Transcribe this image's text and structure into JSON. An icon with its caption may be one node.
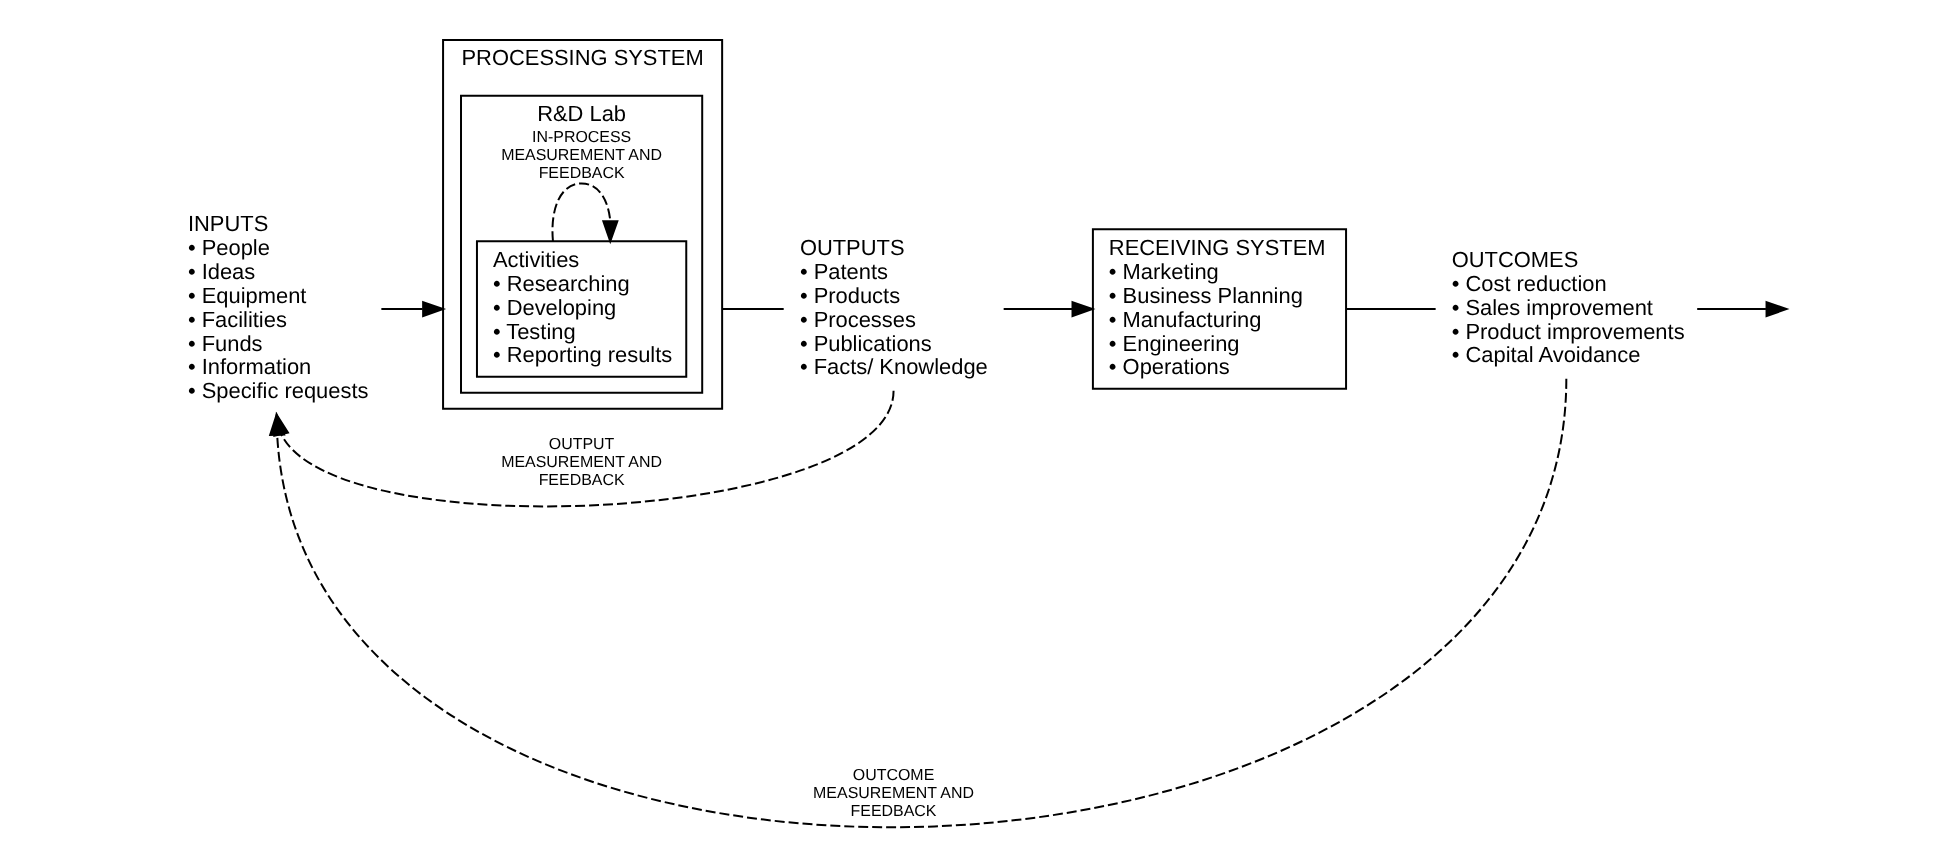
{
  "diagram": {
    "nodes": [
      {
        "text": [
          "PROCESSING SYSTEM"
        ]
      },
      {
        "text": [
          "R&D Lab"
        ],
        "in": 0
      },
      {
        "text": [
          "Activities",
          "• Researching",
          "• Developing",
          "• Testing",
          "• Reporting results"
        ],
        "in": 1
      },
      {
        "text": [
          "INPUTS",
          "• People",
          "• Ideas",
          "• Equipment",
          "• Facilities",
          "• Funds",
          "• Information",
          "• Specific requests"
        ]
      },
      {
        "text": [
          "OUTPUTS",
          "• Patents",
          "• Products",
          "• Processes",
          "• Publications",
          "• Facts/ Knowledge"
        ]
      },
      {
        "text": [
          "RECEIVING SYSTEM",
          "• Marketing",
          "• Business Planning",
          "• Manufacturing",
          "• Engineering",
          "• Operations"
        ]
      },
      {
        "text": [
          "OUTCOMES",
          "• Cost reduction",
          "• Sales improvement",
          "• Product improvements",
          "• Capital Avoidance"
        ]
      }
    ],
    "edges": [
      {
        "from": 3,
        "to": 0,
        "arrow": "to"
      },
      {
        "from": 2,
        "to": 2,
        "arrow": "to",
        "style": "dashed",
        "label": "IN-PROCESS MEASUREMENT AND FEEDBACK"
      },
      {
        "from": 0,
        "to": 4,
        "arrow": "none"
      },
      {
        "from": 4,
        "to": 5,
        "arrow": "to"
      },
      {
        "from": 5,
        "to": 6,
        "arrow": "none"
      },
      {
        "from": 6,
        "to": null,
        "arrow": "to"
      },
      {
        "from": 4,
        "to": 3,
        "arrow": "to",
        "style": "dashed",
        "label": "OUTPUT MEASUREMENT AND FEEDBACK"
      },
      {
        "from": 6,
        "to": 3,
        "arrow": "to",
        "style": "dashed",
        "label": "OUTCOME MEASUREMENT AND FEEDBACK"
      }
    ]
  }
}
